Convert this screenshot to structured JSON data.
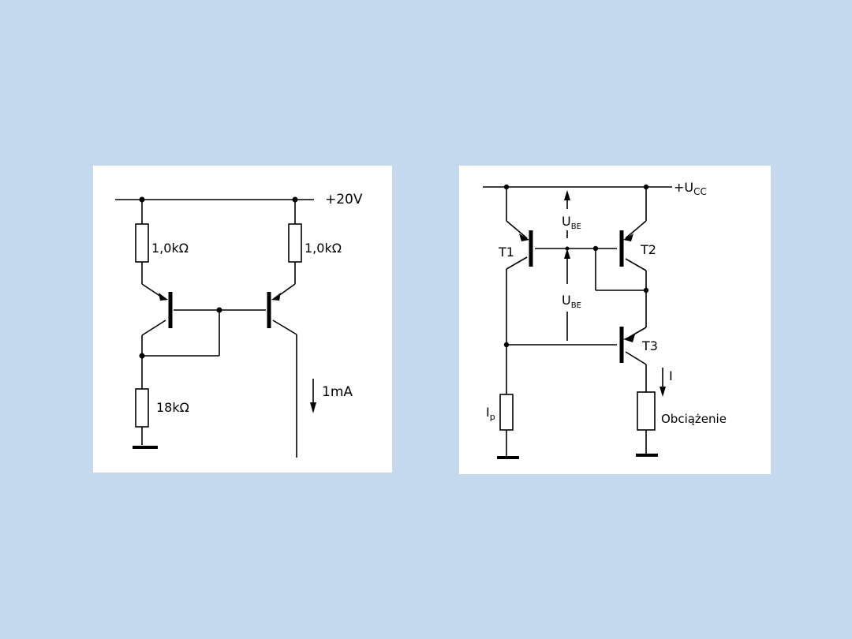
{
  "left_circuit": {
    "supply_label": "+20V",
    "r1_label": "1,0kΩ",
    "r2_label": "1,0kΩ",
    "r3_label": "18kΩ",
    "current_label": "1mA"
  },
  "right_circuit": {
    "supply_label": "+U",
    "supply_subscript": "CC",
    "vbe_top_label": "U",
    "vbe_top_subscript": "BE",
    "vbe_mid_label": "U",
    "vbe_mid_subscript": "BE",
    "t1_label": "T1",
    "t2_label": "T2",
    "t3_label": "T3",
    "current_label": "I",
    "ip_label": "I",
    "ip_subscript": "p",
    "load_label": "Obciążenie"
  }
}
